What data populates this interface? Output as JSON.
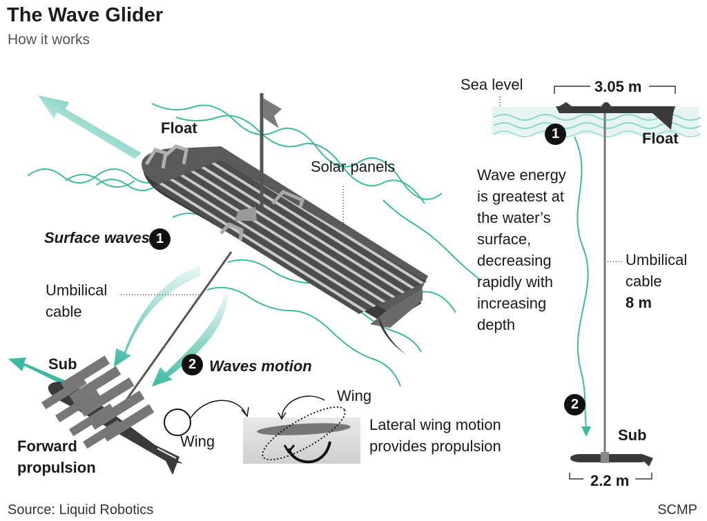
{
  "header": {
    "title": "The Wave Glider",
    "subtitle": "How it works"
  },
  "main_diagram": {
    "float_label": "Float",
    "solar_panels_label": "Solar panels",
    "surface_waves_label": "Surface waves",
    "surface_waves_step": "1",
    "umbilical_label": [
      "Umbilical",
      "cable"
    ],
    "sub_label": "Sub",
    "waves_motion_step": "2",
    "waves_motion_label": "Waves motion",
    "forward_propulsion_label": [
      "Forward",
      "propulsion"
    ],
    "wing_label": "Wing"
  },
  "wing_detail": {
    "wing_label": "Wing",
    "caption": [
      "Lateral wing motion",
      "provides propulsion"
    ]
  },
  "side_diagram": {
    "sea_level_label": "Sea level",
    "float_length": "3.05 m",
    "float_step": "1",
    "float_label": "Float",
    "wave_energy_text": [
      "Wave energy",
      "is greatest at",
      "the water’s",
      "surface,",
      "decreasing",
      "rapidly with",
      "increasing",
      "depth"
    ],
    "umbilical_label": [
      "Umbilical",
      "cable",
      "8 m"
    ],
    "sub_step": "2",
    "sub_label": "Sub",
    "sub_length": "2.2 m"
  },
  "footer": {
    "source": "Source: Liquid Robotics",
    "credit": "SCMP"
  },
  "colors": {
    "teal": "#3fb8a2",
    "dark": "#4a4a4a",
    "ink": "#1a1a1a"
  }
}
